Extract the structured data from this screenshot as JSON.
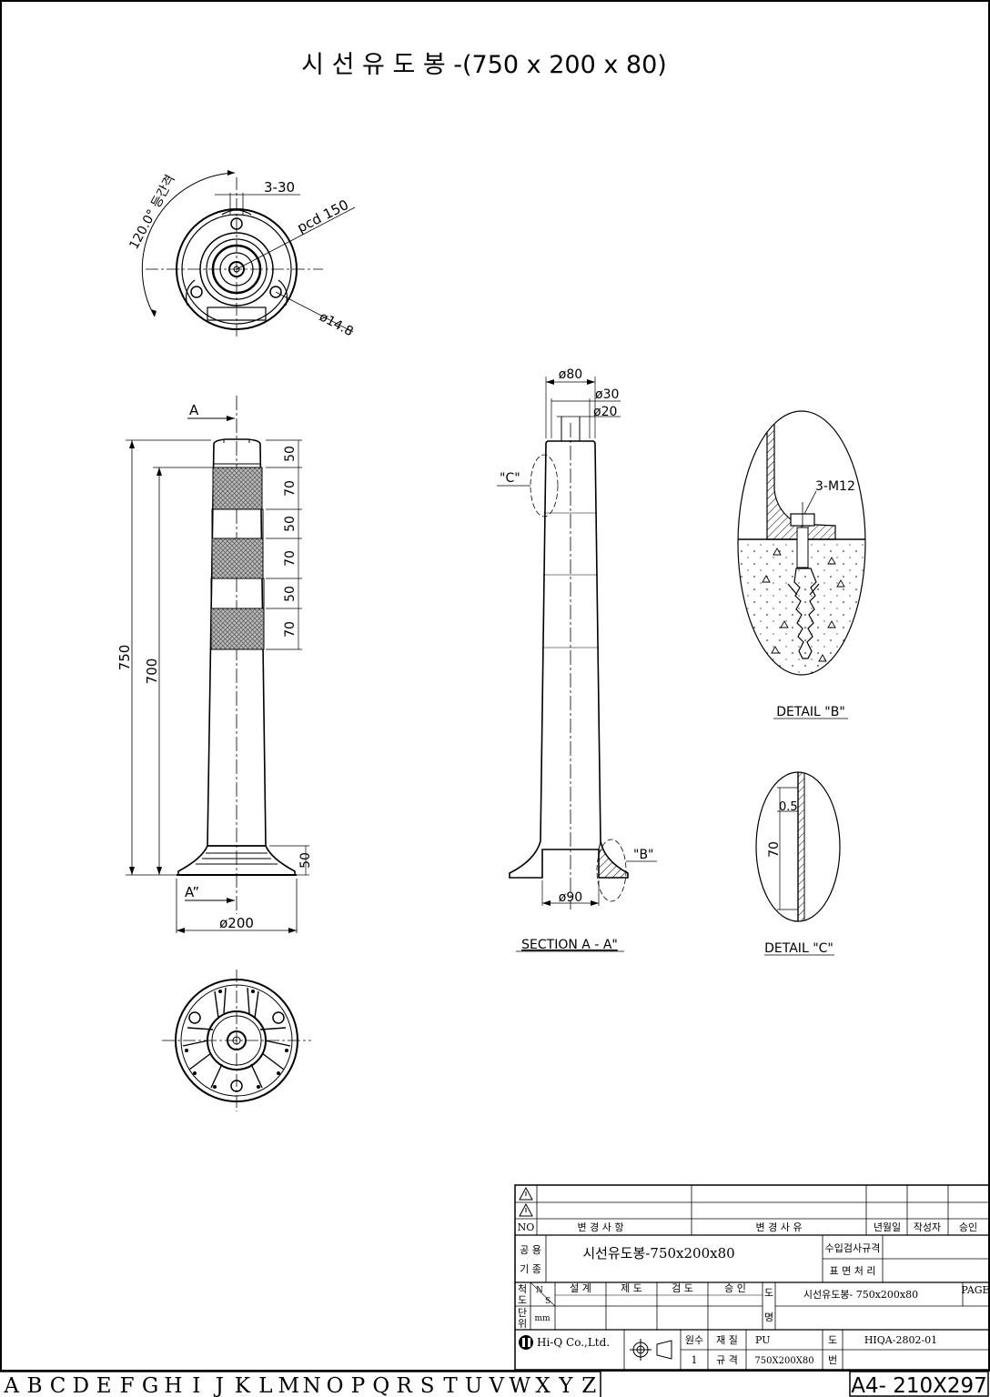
{
  "title": "시 선 유 도 봉  -(750 x 200 x 80)",
  "top_view": {
    "angle_label": "120.0° 등간격",
    "bolt_label": "3-30",
    "pcd_label": "pcd 150",
    "hole_label": "ø14.8"
  },
  "front_view": {
    "section_mark_top": "A",
    "section_mark_bottom": "A”",
    "height_total": "750",
    "height_body": "700",
    "bands": [
      "50",
      "70",
      "50",
      "70",
      "50",
      "70"
    ],
    "base_height": "50",
    "base_diameter": "ø200"
  },
  "section_view": {
    "d_top": "ø80",
    "d_inner1": "ø30",
    "d_inner2": "ø20",
    "callout_c": "\"C\"",
    "callout_b": "\"B\"",
    "d_base": "ø90",
    "caption": "SECTION  A - A\""
  },
  "detail_b": {
    "bolt": "3-M12",
    "caption": "DETAIL \"B\""
  },
  "detail_c": {
    "thickness": "0.5",
    "length": "70",
    "caption": "DETAIL \"C\""
  },
  "title_block": {
    "no": "NO",
    "change_items": "변 경 사 항",
    "change_reason": "변 경 사 유",
    "date": "년월일",
    "author": "작성자",
    "approve": "승인",
    "usage": "공 용",
    "standard": "기 종",
    "product_name": "시선유도봉-750x200x80",
    "inspection_spec": "수입검사규격",
    "surface": "표 면 처 리",
    "scale_a": "척",
    "scale_b": "도",
    "n_label": "N",
    "s_label": "S",
    "design": "설 계",
    "drafting": "제 도",
    "review": "검 도",
    "approval": "승 인",
    "drawing_label_a": "도",
    "drawing_name": "시선유도봉- 750x200x80",
    "page": "PAGE",
    "unit_a": "단",
    "unit_b": "위",
    "unit_value": "mm",
    "name_label": "명",
    "company": "Hi-Q Co.,Ltd.",
    "qty_label": "원수",
    "material_label": "재 질",
    "material": "PU",
    "drawing_no_label": "도",
    "drawing_no": "HIQA-2802-01",
    "qty": "1",
    "spec_label": "규 격",
    "spec": "750X200X80",
    "number_label": "번"
  },
  "footer": {
    "letters": [
      "A",
      "B",
      "C",
      "D",
      "E",
      "F",
      "G",
      "H",
      "I",
      "J",
      "K",
      "L",
      "M",
      "N",
      "O",
      "P",
      "Q",
      "R",
      "S",
      "T",
      "U",
      "V",
      "W",
      "X",
      "Y",
      "Z"
    ],
    "paper": "A4- 210X297"
  }
}
